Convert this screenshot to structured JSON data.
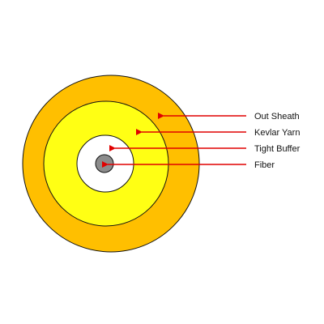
{
  "diagram": {
    "colors": {
      "out_sheath": "#ffbf00",
      "kevlar_yarn": "#ffff14",
      "tight_buffer": "#ffffff",
      "fiber": "#8c8c8c",
      "ring_stroke": "#111111",
      "arrow": "#e00000",
      "background": "#ffffff"
    },
    "labels": [
      {
        "id": "out-sheath",
        "text": "Out Sheath"
      },
      {
        "id": "kevlar-yarn",
        "text": "Kevlar Yarn"
      },
      {
        "id": "tight-buffer",
        "text": "Tight Buffer"
      },
      {
        "id": "fiber",
        "text": "Fiber"
      }
    ]
  }
}
